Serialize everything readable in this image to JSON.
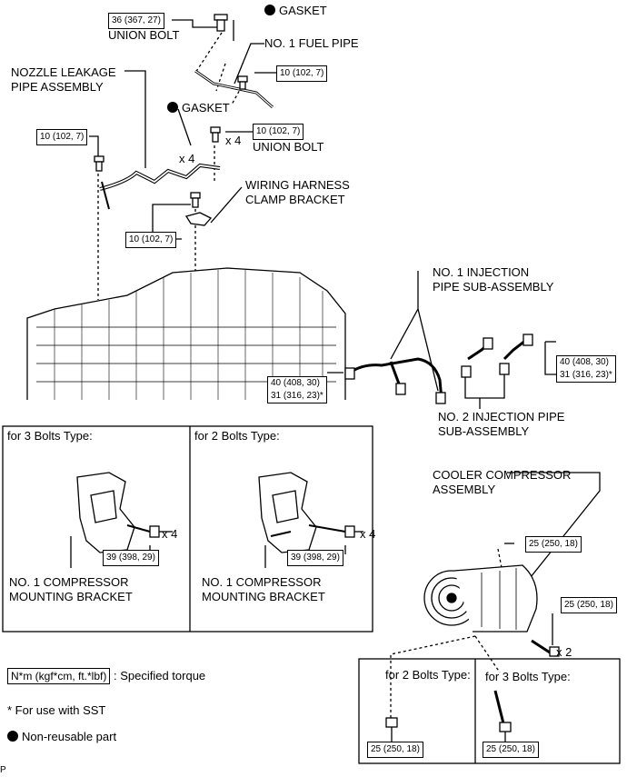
{
  "labels": {
    "union_bolt_top": "UNION BOLT",
    "gasket_top": "GASKET",
    "fuel_pipe": "NO. 1 FUEL PIPE",
    "nozzle_leak_1": "NOZZLE LEAKAGE",
    "nozzle_leak_2": "PIPE ASSEMBLY",
    "gasket_mid": "GASKET",
    "x4_mid": "x 4",
    "x4_union": "x 4",
    "union_bolt_mid": "UNION BOLT",
    "wiring_1": "WIRING HARNESS",
    "wiring_2": "CLAMP BRACKET",
    "inj1_1": "NO. 1 INJECTION",
    "inj1_2": "PIPE SUB-ASSEMBLY",
    "inj2_1": "NO. 2 INJECTION PIPE",
    "inj2_2": "SUB-ASSEMBLY",
    "bolts3": "for 3 Bolts Type:",
    "bolts2": "for 2 Bolts Type:",
    "bracket_l1": "NO. 1 COMPRESSOR",
    "bracket_l2": "MOUNTING BRACKET",
    "bracket_r1": "NO. 1 COMPRESSOR",
    "bracket_r2": "MOUNTING BRACKET",
    "x4_left": "x 4",
    "x4_right": "x 4",
    "compressor_1": "COOLER COMPRESSOR",
    "compressor_2": "ASSEMBLY",
    "x2": "x 2",
    "sub_bolts2": "for 2 Bolts Type:",
    "sub_bolts3": "for 3 Bolts Type:",
    "legend_torque_box": "N*m (kgf*cm, ft.*lbf)",
    "legend_torque_text": ": Specified torque",
    "legend_sst": "* For use with SST",
    "legend_nonreuse": "Non-reusable part",
    "footer_p": "P"
  },
  "torque": {
    "t36": "36 (367, 27)",
    "t10_fuel": "10 (102, 7)",
    "t10_left": "10 (102, 7)",
    "t10_union": "10 (102, 7)",
    "t10_clamp": "10 (102, 7)",
    "t40_left_a": "40 (408, 30)",
    "t40_left_b": "31 (316, 23)*",
    "t40_right_a": "40 (408, 30)",
    "t40_right_b": "31 (316, 23)*",
    "t39_left": "39 (398, 29)",
    "t39_right": "39 (398, 29)",
    "t25_top": "25 (250, 18)",
    "t25_right": "25 (250, 18)",
    "t25_sub2": "25 (250, 18)",
    "t25_sub3": "25 (250, 18)"
  }
}
